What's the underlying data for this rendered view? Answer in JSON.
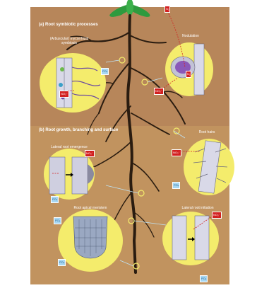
{
  "panel_a": {
    "title": "(a) Root symbiotic processes",
    "mycorrhizal_label": "(Arbuscular) mycorrhizal symbiosis",
    "nodulation_label": "Nodulation"
  },
  "panel_b": {
    "title": "(b) Root growth, branching and surface",
    "lateral_emergence_label": "Lateral root emergence",
    "root_hairs_label": "Root hairs",
    "apical_meristem_label": "Root apical meristem",
    "lateral_initiation_label": "Lateral root initiation"
  },
  "badges": {
    "n2": "N₂",
    "no3": "NO₃⁻",
    "po4": "PO₄"
  },
  "colors": {
    "background": "#b7865a",
    "inset_fill": "#f4ec6c",
    "nitrate_badge": "#d21f1f",
    "phosphate_badge": "#a7d7f2",
    "root": "#2a1c10",
    "leaves": "#2e9a3e"
  }
}
